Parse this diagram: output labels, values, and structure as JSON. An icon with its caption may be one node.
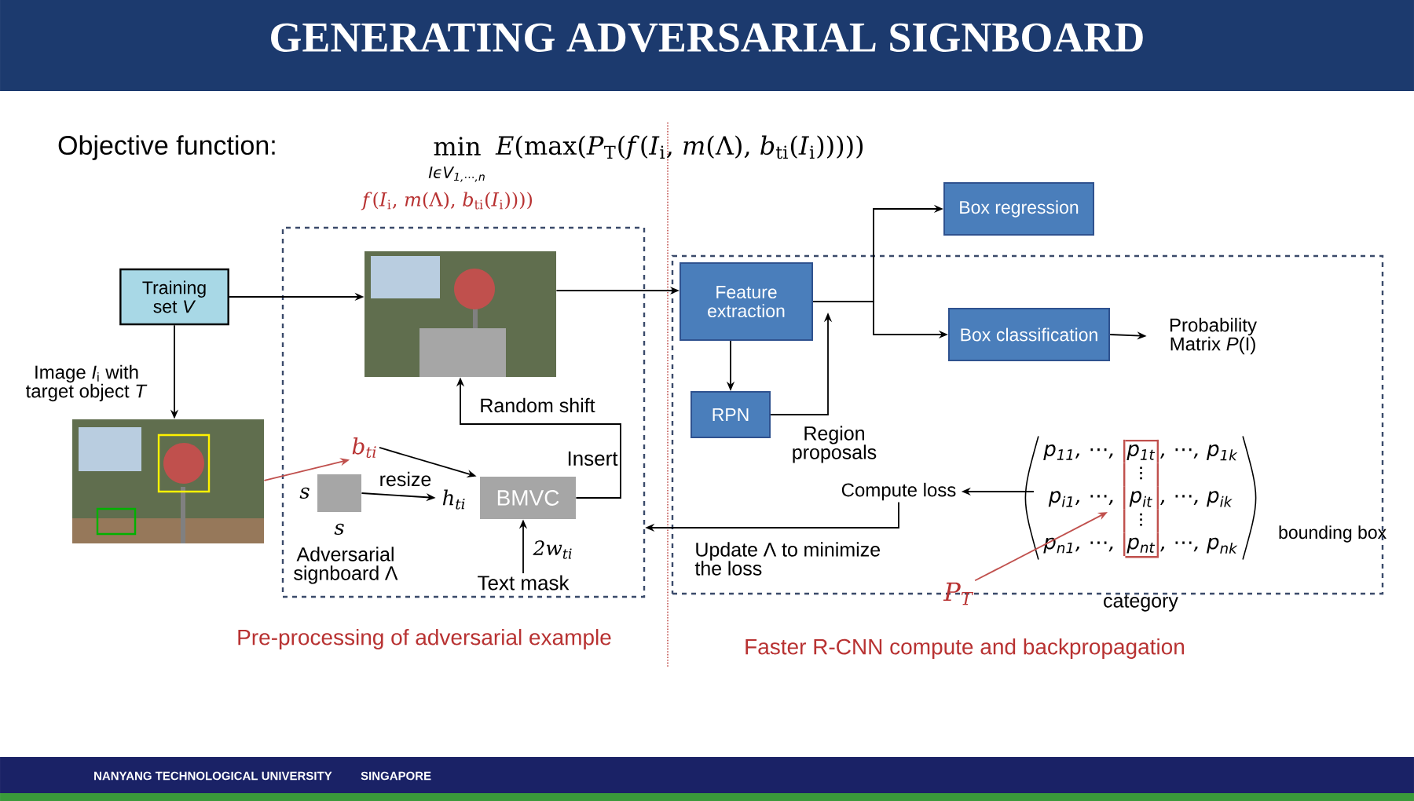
{
  "diagram": {
    "title": "GENERATING ADVERSARIAL SIGNBOARD",
    "nodes": [
      {
        "text": [
          "Training set *V*"
        ]
      },
      {
        "text": [],
        "shape": "picture",
        "beside": [
          "Image *I*$_{i}$ with target object *T*"
        ]
      },
      {
        "text": [
          "Pre-processing of adversarial example"
        ]
      },
      {
        "text": [],
        "shape": "picture",
        "in": 2
      },
      {
        "text": [
          "b$_{ti}$"
        ],
        "in": 2
      },
      {
        "text": [],
        "shape": "box",
        "in": 2,
        "beside": [
          "s",
          "s",
          "Adversarial signboard Λ"
        ]
      },
      {
        "text": [
          "BMVC"
        ],
        "in": 2,
        "beside": [
          "h$_{ti}$"
        ]
      },
      {
        "text": [
          "Text mask"
        ],
        "in": 2
      },
      {
        "text": [
          "Faster R-CNN compute and backpropagation"
        ]
      },
      {
        "text": [
          "Box regression"
        ]
      },
      {
        "text": [
          "Feature extraction"
        ],
        "in": 8
      },
      {
        "text": [
          "Box classification"
        ],
        "in": 8
      },
      {
        "text": [
          "Probability Matrix *P*(I)"
        ],
        "in": 8
      },
      {
        "text": [
          "RPN"
        ],
        "in": 8
      },
      {
        "text": [
          "p$_{11}$, ⋯, ",
          "p$_{1t}$",
          ", ⋯, p$_{1k}$",
          "p$_{i1}$, ⋯, ",
          "p$_{it}$",
          ", ⋯, p$_{ik}$",
          "p$_{n1}$, ⋯, ",
          "p$_{nt}$",
          ", ⋯, p$_{nk}$"
        ],
        "in": 8,
        "beside": [
          "bounding box",
          "category"
        ]
      },
      {
        "text": [
          "P$_{T}$"
        ]
      },
      {
        "text": [
          "Compute loss"
        ],
        "in": 8
      }
    ],
    "edges": [
      {
        "from": 0,
        "to": 3,
        "arrow": "to"
      },
      {
        "from": 0,
        "to": 1,
        "arrow": "to"
      },
      {
        "from": 1,
        "to": 4,
        "arrow": "to",
        "color": "#c0504d"
      },
      {
        "from": 4,
        "to": 6,
        "arrow": "to"
      },
      {
        "from": 5,
        "to": 6,
        "arrow": "to",
        "label": "resize"
      },
      {
        "from": 7,
        "to": 6,
        "arrow": "to",
        "label": "2w$_{ti}$"
      },
      {
        "from": 6,
        "to": 3,
        "arrow": "to",
        "label": "Random shift"
      },
      {
        "from": 3,
        "to": 10,
        "arrow": "to"
      },
      {
        "from": 10,
        "to": 13,
        "arrow": "to"
      },
      {
        "from": 13,
        "to": 10,
        "arrow": "to",
        "label": "Region proposals"
      },
      {
        "from": 10,
        "to": 9,
        "arrow": "to"
      },
      {
        "from": 10,
        "to": 11,
        "arrow": "to"
      },
      {
        "from": 11,
        "to": 12,
        "arrow": "to"
      },
      {
        "from": 14,
        "to": 16,
        "arrow": "to"
      },
      {
        "from": 16,
        "to": 2,
        "arrow": "to",
        "label": "Update Λ to minimize the loss"
      },
      {
        "from": 15,
        "to": 14,
        "arrow": "to",
        "color": "#c0504d"
      }
    ],
    "labels": [
      "Objective function:",
      "min",
      "IϵV$_{1,⋯,n}$",
      "*E*(max(*P*$_{T}$(*f*(*I*$_{i}$, *m*(Λ), *b*$_{ti}$(*I*$_{i}$)))))",
      "*f*(*I*$_{i}$, *m*(Λ), *b*$_{ti}$(*I*$_{i}$))))",
      "Insert",
      "NANYANG TECHNOLOGICAL UNIVERSITY",
      "SINGAPORE"
    ]
  }
}
